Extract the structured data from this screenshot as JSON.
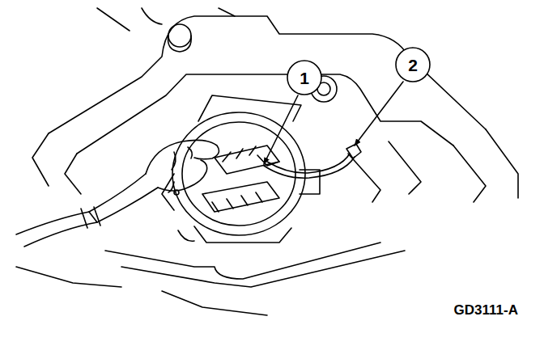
{
  "diagram": {
    "nodes": [
      {
        "text": [
          "1"
        ]
      },
      {
        "text": [
          "2"
        ]
      }
    ],
    "labels": [
      "GD3111-A"
    ]
  }
}
